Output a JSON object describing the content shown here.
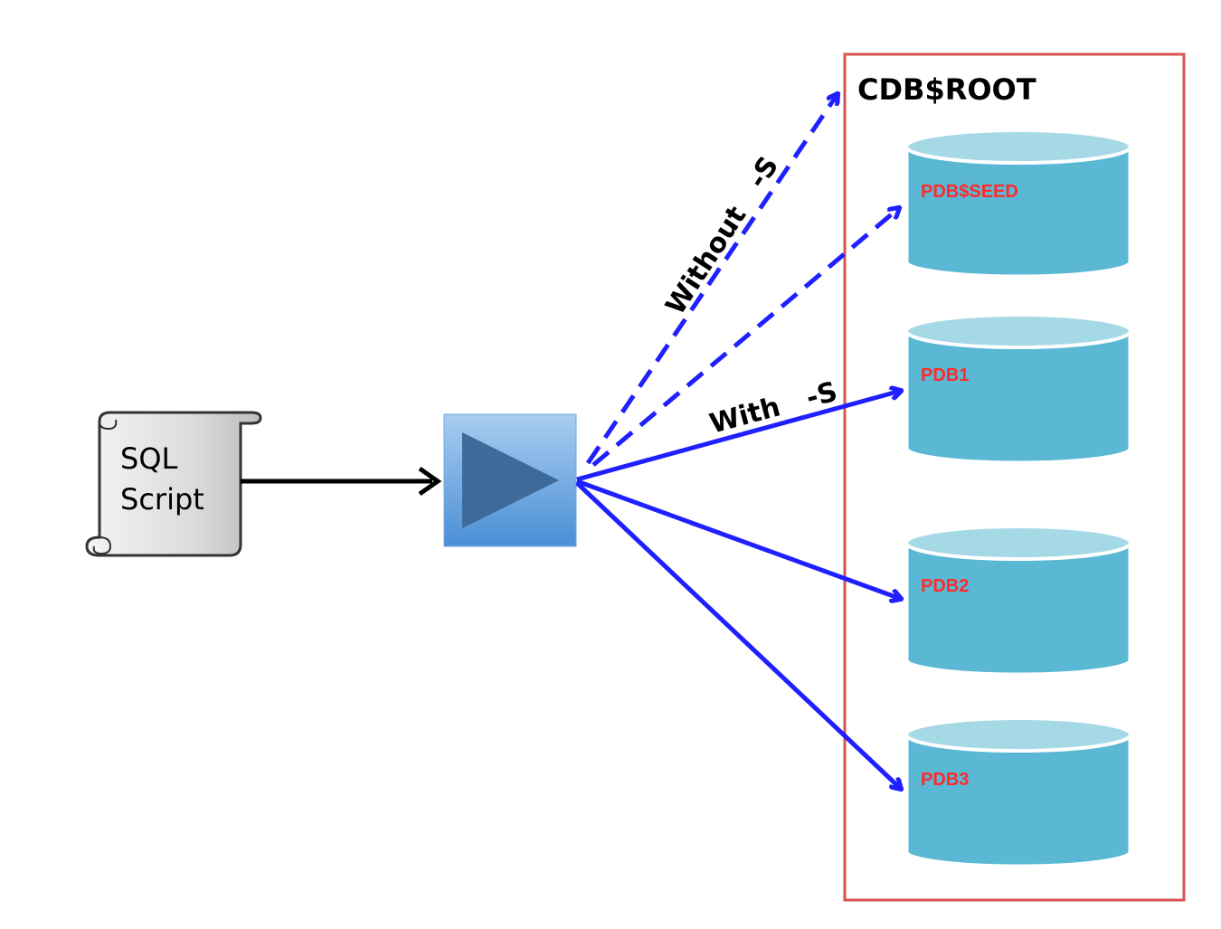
{
  "script": {
    "line1": "SQL",
    "line2": "Script"
  },
  "container": {
    "title": "CDB$ROOT"
  },
  "databases": [
    {
      "label": "PDB$SEED"
    },
    {
      "label": "PDB1"
    },
    {
      "label": "PDB2"
    },
    {
      "label": "PDB3"
    }
  ],
  "edges": {
    "without_label": "Without   -S",
    "with_label": "With   -S"
  },
  "colors": {
    "container_border": "#d9534f",
    "cylinder_fill": "#5ab8d4",
    "cylinder_top": "#a6d9e6",
    "db_label": "#ff2a2a",
    "arrow_blue": "#1f1fff",
    "runner_fill": "#5b9bd5",
    "runner_triangle": "#3e6a9a",
    "scroll_fill": "#d9d9d9"
  }
}
